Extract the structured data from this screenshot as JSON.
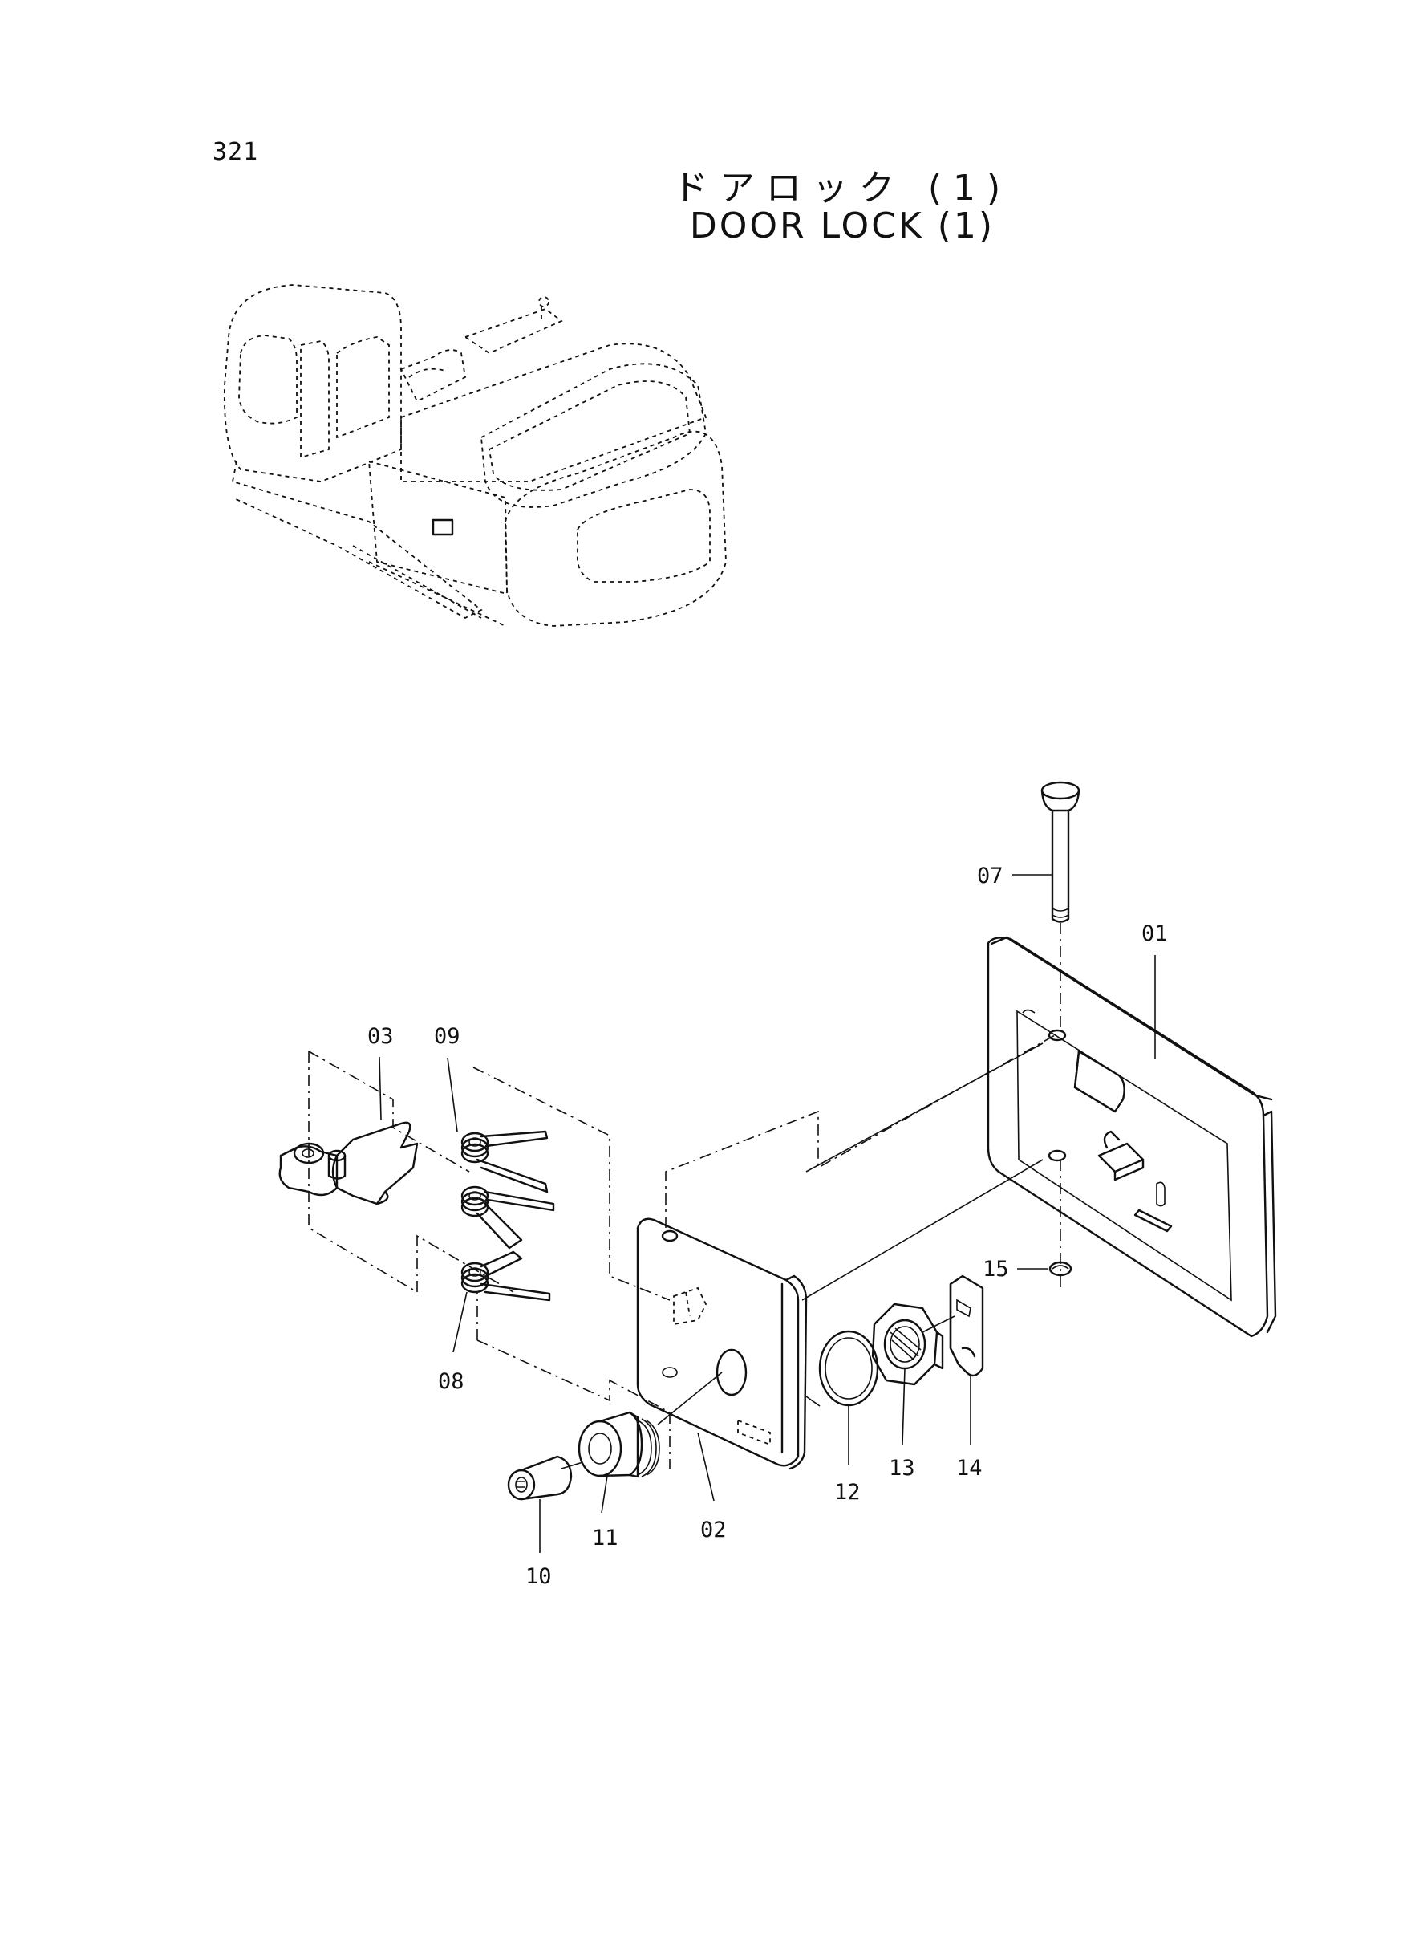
{
  "page_number": "321",
  "title_jp": "ドアロック (1)",
  "title_en": "DOOR LOCK (1)",
  "part_labels": {
    "p01": "01",
    "p02": "02",
    "p03": "03",
    "p07": "07",
    "p08": "08",
    "p09": "09",
    "p10": "10",
    "p11": "11",
    "p12": "12",
    "p13": "13",
    "p14": "14",
    "p15": "15"
  }
}
